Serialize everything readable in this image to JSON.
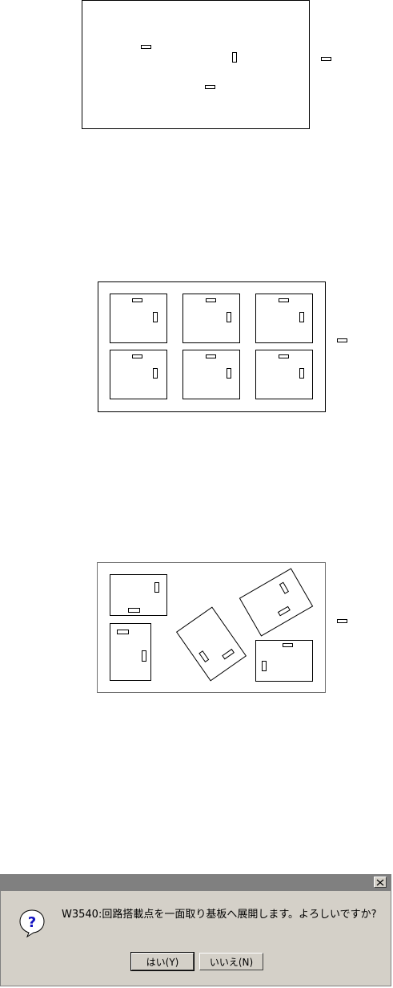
{
  "dialog": {
    "message": "W3540:回路搭載点を一面取り基板へ展開します。よろしいですか?",
    "yes_label": "はい(Y)",
    "no_label": "いいえ(N)",
    "close_icon": "close-icon",
    "question_icon": "question-icon"
  }
}
